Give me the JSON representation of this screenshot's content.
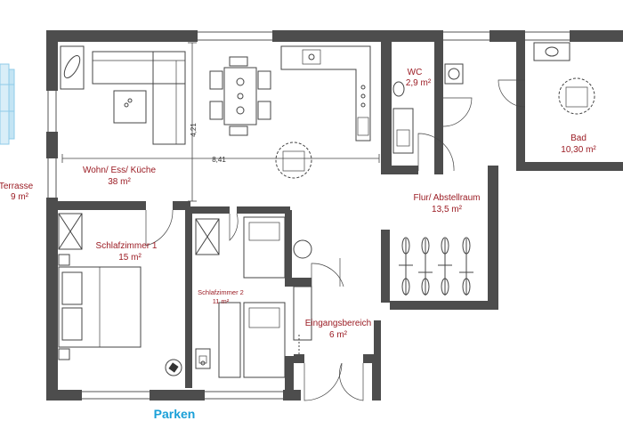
{
  "rooms": {
    "terrace": {
      "name": "Terrasse",
      "area": "9 m²"
    },
    "living": {
      "name": "Wohn/ Ess/ Küche",
      "area": "38 m²"
    },
    "wc": {
      "name": "WC",
      "area": "2,9 m²"
    },
    "bath": {
      "name": "Bad",
      "area": "10,30 m²"
    },
    "hall": {
      "name": "Flur/ Abstellraum",
      "area": "13,5 m²"
    },
    "bedroom1": {
      "name": "Schlafzimmer 1",
      "area": "15 m²"
    },
    "bedroom2": {
      "name": "Schlafzimmer 2",
      "area": "11 m²"
    },
    "entrance": {
      "name": "Eingangsbereich",
      "area": "6 m²"
    }
  },
  "dimensions": {
    "width": "8,41",
    "depth": "4,21"
  },
  "parking_label": "Parken",
  "colors": {
    "room_label": "#9b1c24",
    "parking": "#1aa0d8",
    "wall": "#4d4d4d",
    "terrace_glass": "#8fcbe8"
  }
}
